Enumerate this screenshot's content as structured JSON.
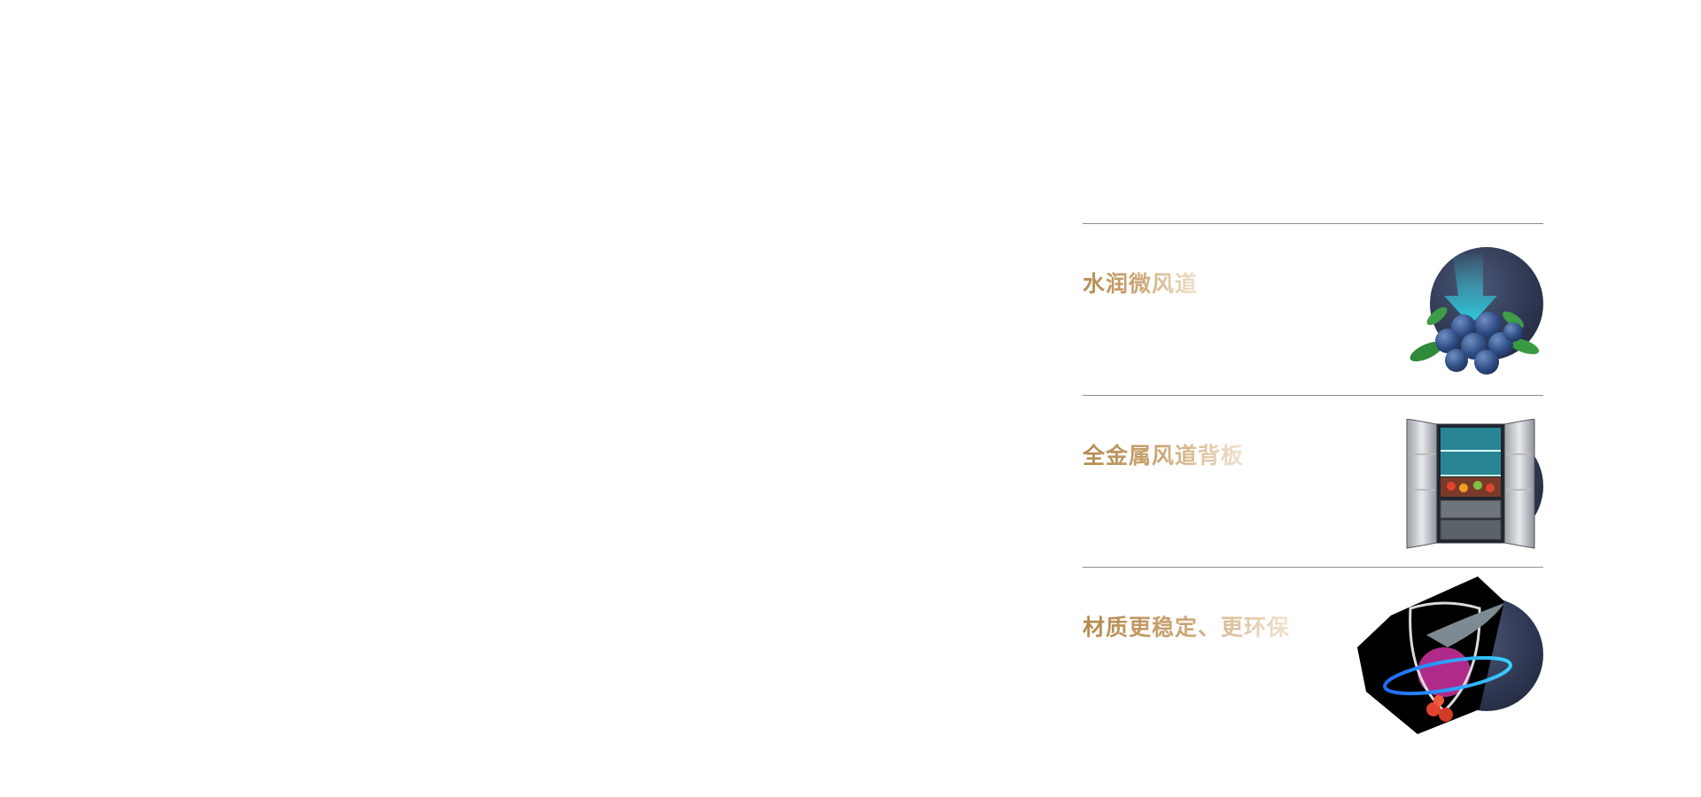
{
  "features": [
    {
      "title": "水润微风道",
      "icon": "blueberry-airflow-icon"
    },
    {
      "title": "全金属风道背板",
      "icon": "open-fridge-icon"
    },
    {
      "title": "材质更稳定、更环保",
      "icon": "shield-fish-icon"
    }
  ],
  "colors": {
    "title_gold": "#b48a4e",
    "title_fade": "#f1e3cf",
    "divider": "#8f8f8f",
    "circle_navy": "#2d3650",
    "airflow_cyan": "#2fd6e8"
  }
}
